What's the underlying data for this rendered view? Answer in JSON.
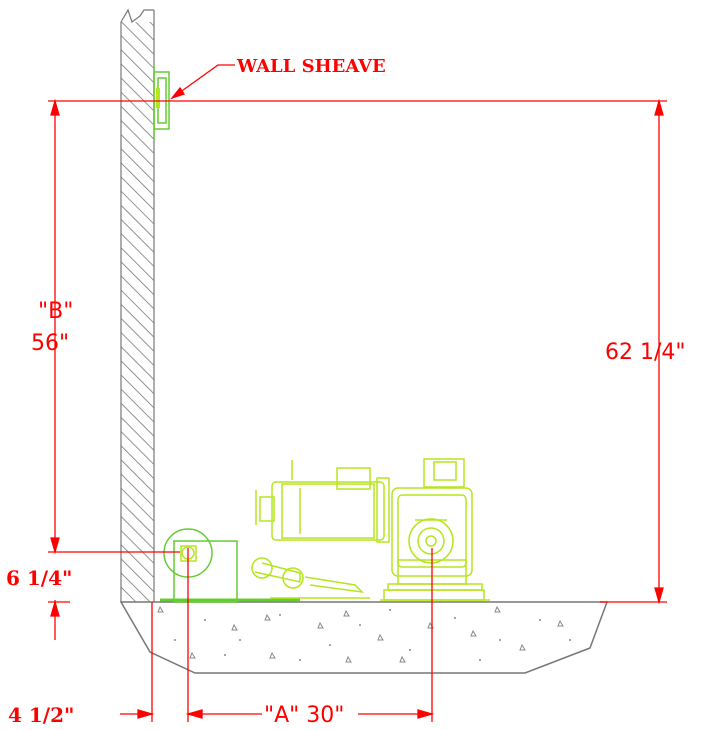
{
  "labels": {
    "wall_sheave": "WALL SHEAVE",
    "b_name": "\"B\"",
    "b_value": "56\"",
    "total_height": "62  1/4\"",
    "roller_height": "6  1/4\"",
    "wall_offset": "4  1/2\"",
    "a_dimension": "\"A\"  30\""
  },
  "colors": {
    "dimension": "#ff0000",
    "equipment_green": "#66cc33",
    "equipment_yellow_green": "#b5e61d",
    "wall_hatch": "#777777",
    "concrete": "#777777"
  }
}
